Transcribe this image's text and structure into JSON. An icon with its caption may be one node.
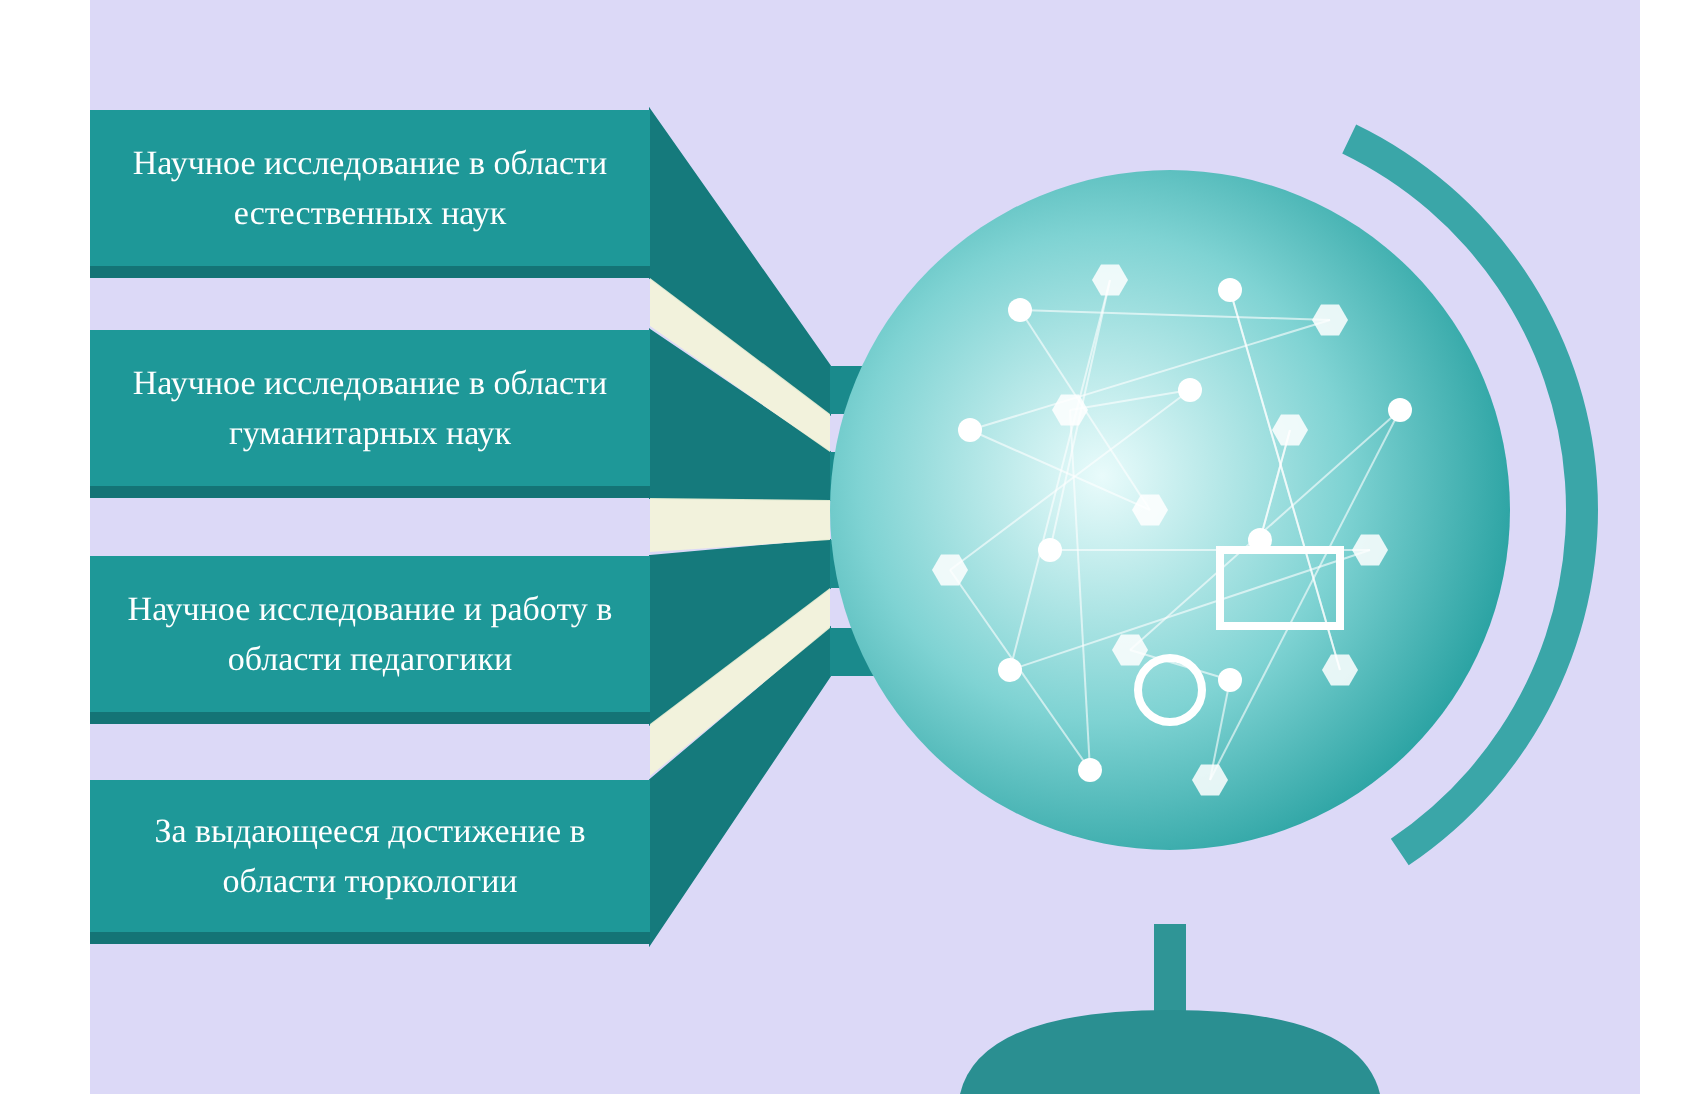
{
  "diagram": {
    "nodes": [
      {
        "text": [
          "Научное исследование в области естественных наук"
        ]
      },
      {
        "text": [
          "Научное исследование в области гуманитарных наук"
        ]
      },
      {
        "text": [
          "Научное исследование и работу в области педагогики"
        ]
      },
      {
        "text": [
          "За выдающееся достижение в области тюркологии"
        ]
      },
      {
        "text": [],
        "shape": "picture"
      }
    ],
    "edges": [
      {
        "from": 0,
        "to": 4,
        "arrow": "none",
        "style": "thick"
      },
      {
        "from": 1,
        "to": 4,
        "arrow": "none",
        "style": "thick"
      },
      {
        "from": 2,
        "to": 4,
        "arrow": "none",
        "style": "thick"
      },
      {
        "from": 3,
        "to": 4,
        "arrow": "none",
        "style": "thick"
      }
    ]
  }
}
